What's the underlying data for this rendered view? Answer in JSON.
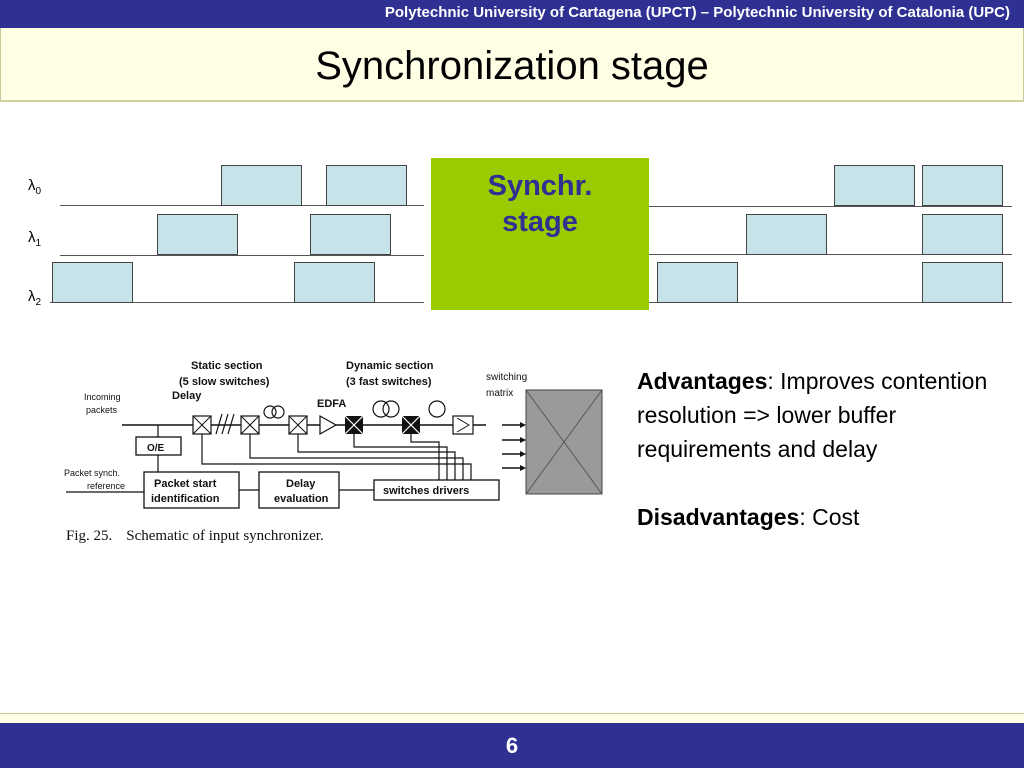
{
  "header": {
    "institution": "Polytechnic University of Cartagena (UPCT) – Polytechnic University of Catalonia (UPC)",
    "title": "Synchronization stage"
  },
  "wavelengths": [
    {
      "symbol": "λ",
      "index": "0"
    },
    {
      "symbol": "λ",
      "index": "1"
    },
    {
      "symbol": "λ",
      "index": "2"
    }
  ],
  "sync_box": {
    "line1": "Synchr.",
    "line2": "stage"
  },
  "figure": {
    "static_section": "Static section",
    "static_detail": "(5 slow  switches)",
    "dynamic_section": "Dynamic section",
    "dynamic_detail": "(3 fast switches)",
    "switching": "switching",
    "matrix": "matrix",
    "incoming": "Incoming",
    "packets": "packets",
    "delay": "Delay",
    "edfa": "EDFA",
    "oe": "O/E",
    "packet_synch": "Packet synch.",
    "reference": "reference",
    "packet_start": "Packet start",
    "identification": "identification",
    "delay_eval": "Delay",
    "evaluation": "evaluation",
    "switches_drivers": "switches drivers",
    "caption_label": "Fig. 25.",
    "caption_text": "Schematic of input synchronizer."
  },
  "advantages": {
    "label": "Advantages",
    "text": ": Improves contention resolution => lower buffer requirements and delay"
  },
  "disadvantages": {
    "label": "Disadvantages",
    "text": ": Cost"
  },
  "footer": {
    "page": "6"
  }
}
